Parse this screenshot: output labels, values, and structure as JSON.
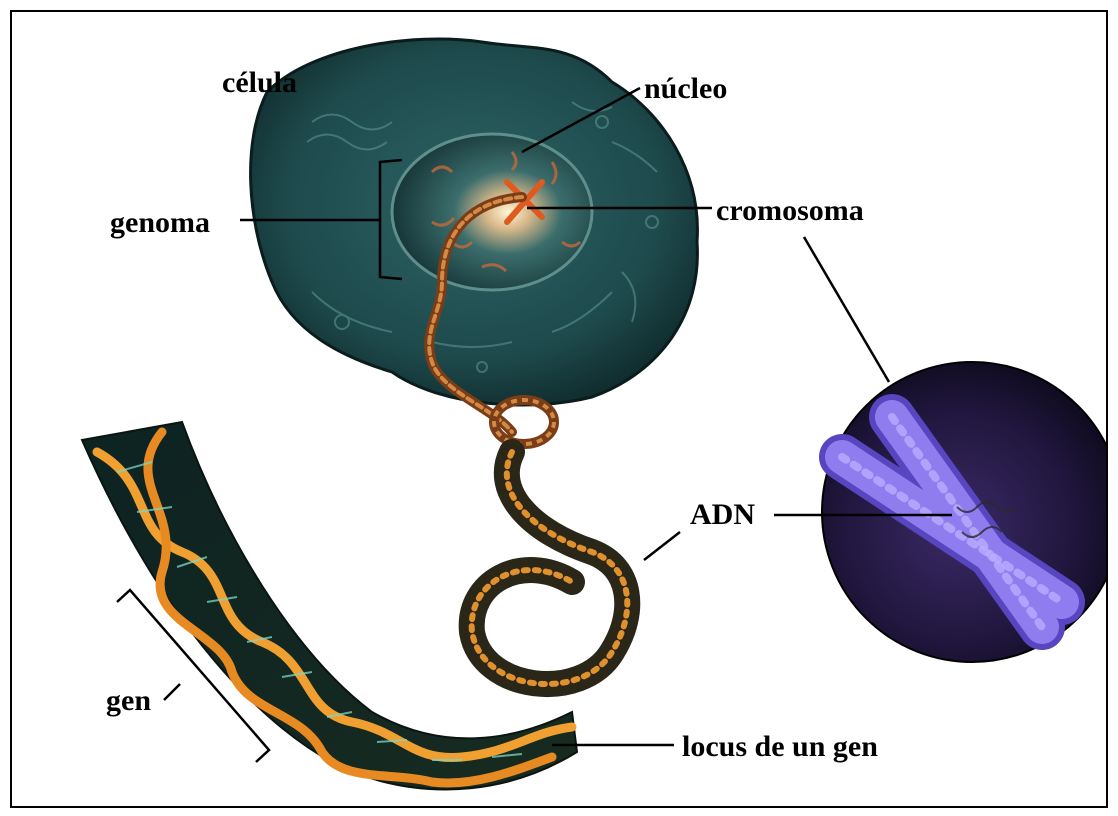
{
  "labels": {
    "celula": "célula",
    "nucleo": "núcleo",
    "genoma": "genoma",
    "cromosoma": "cromosoma",
    "adn": "ADN",
    "gen": "gen",
    "locus": "locus de un gen"
  },
  "colors": {
    "cell": "#1f4f4f",
    "cell_dark": "#0f2a2c",
    "nucleus_glow": "#f4e3b4",
    "dna_orange": "#f0a030",
    "dna_dark": "#1a1a10",
    "chromosome": "#7f6be8",
    "chromosome_bg": "#1a1030"
  }
}
